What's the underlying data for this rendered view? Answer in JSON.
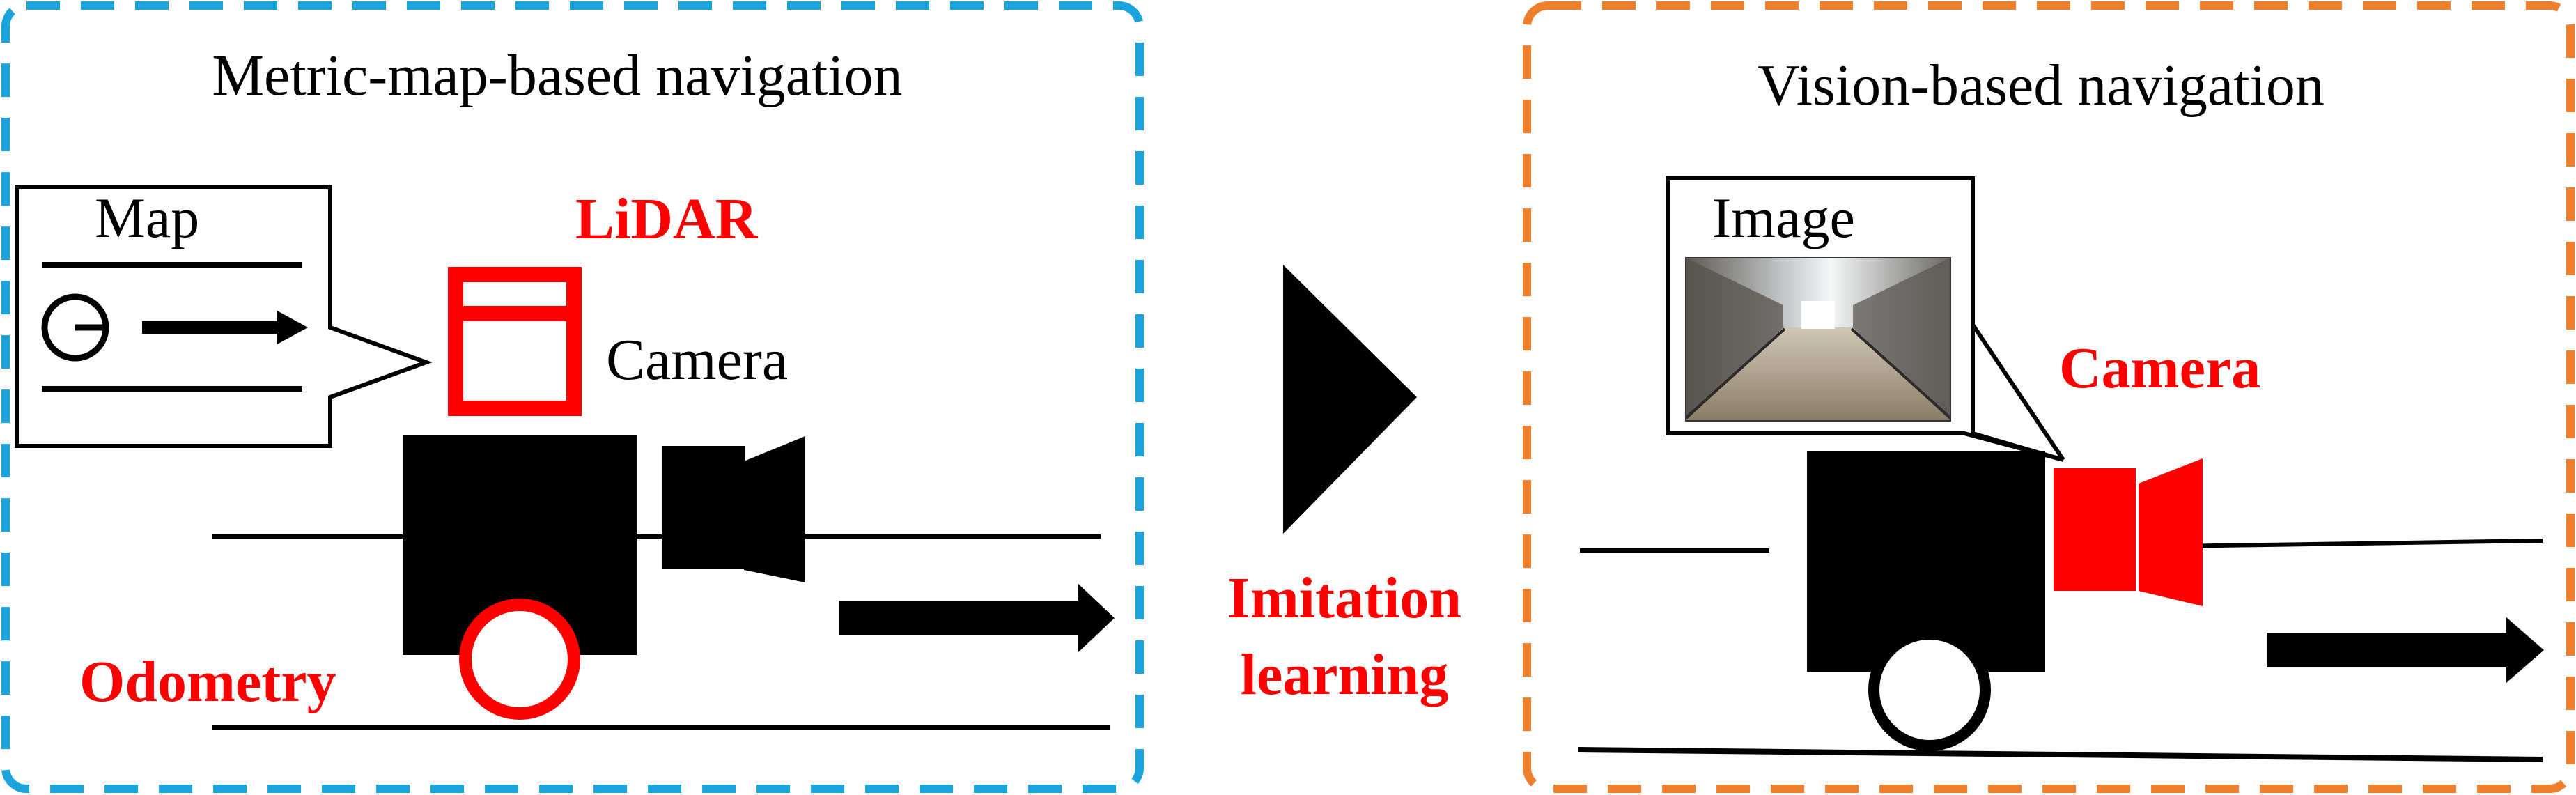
{
  "left_panel": {
    "title": "Metric-map-based navigation",
    "map_label": "Map",
    "lidar_label": "LiDAR",
    "camera_label": "Camera",
    "odometry_label": "Odometry",
    "border_color": "#1aa3dd"
  },
  "center": {
    "arrow_label_line1": "Imitation",
    "arrow_label_line2": "learning"
  },
  "right_panel": {
    "title": "Vision-based navigation",
    "image_label": "Image",
    "camera_label": "Camera",
    "border_color": "#ee7f2d"
  },
  "colors": {
    "highlight": "#ff0000",
    "ink": "#000000"
  }
}
